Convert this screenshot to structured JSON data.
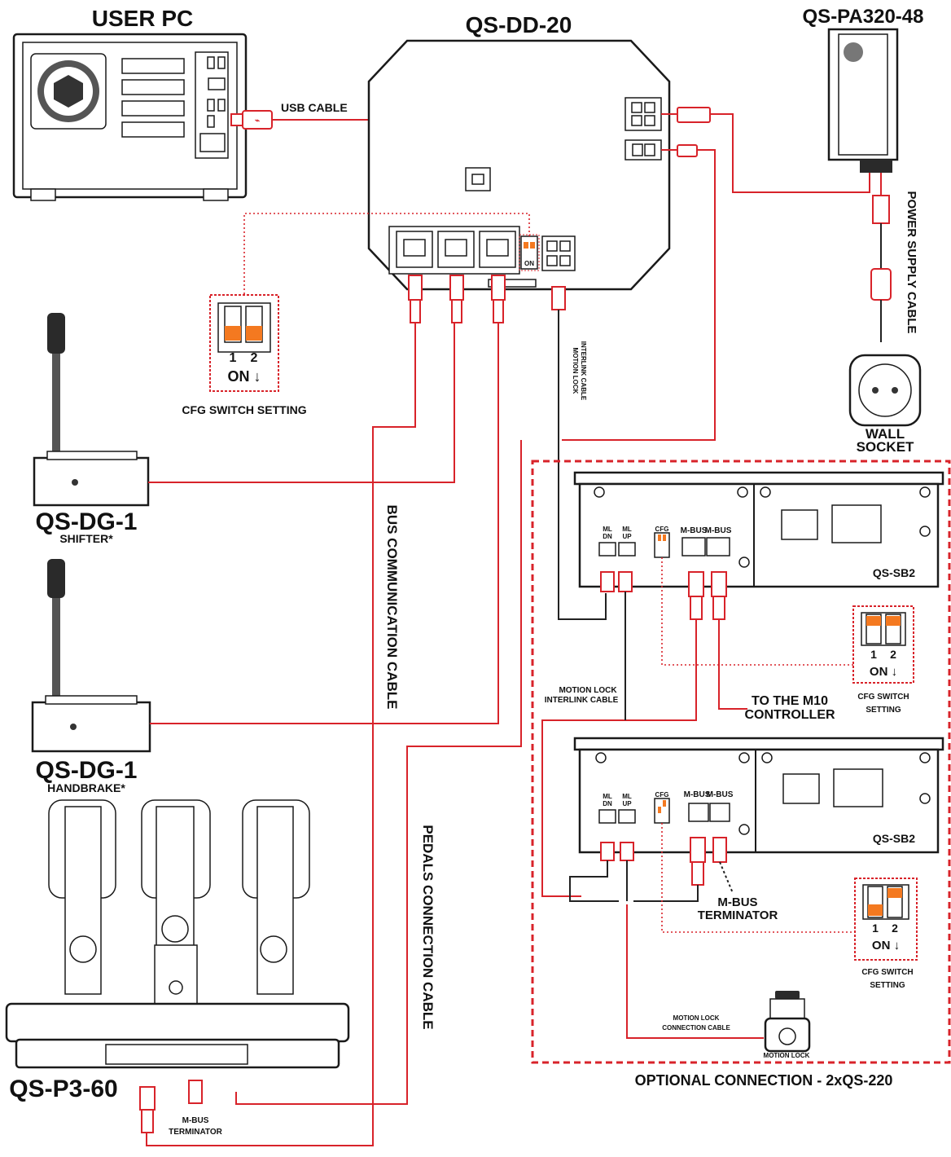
{
  "devices": {
    "user_pc": "USER PC",
    "qs_dd_20": "QS-DD-20",
    "qs_pa320": "QS-PA320-48",
    "shifter_name": "QS-DG-1",
    "shifter_sub": "SHIFTER*",
    "handbrake_name": "QS-DG-1",
    "handbrake_sub": "HANDBRAKE*",
    "pedals": "QS-P3-60",
    "wall_socket_1": "WALL",
    "wall_socket_2": "SOCKET",
    "sb2_top": "QS-SB2",
    "sb2_bottom": "QS-SB2",
    "motion_lock": "MOTION LOCK"
  },
  "cables": {
    "usb": "USB CABLE",
    "power_supply": "POWER  SUPPLY CABLE",
    "bus_comm": "BUS COMMUNICATION CABLE",
    "pedals_conn": "PEDALS CONNECTION CABLE",
    "motion_lock_interlink_1": "MOTION LOCK",
    "motion_lock_interlink_2": "INTERLINK CABLE",
    "motion_lock_interlink_b1": "MOTION LOCK",
    "motion_lock_interlink_b2": "INTERLINK CABLE",
    "motion_lock_conn_1": "MOTION LOCK",
    "motion_lock_conn_2": "CONNECTION CABLE"
  },
  "ports": {
    "ml_dn_1": "ML",
    "ml_dn_2": "DN",
    "ml_up_1": "ML",
    "ml_up_2": "UP",
    "cfg": "CFG",
    "mbus": "M-BUS",
    "on": "ON"
  },
  "labels": {
    "cfg_setting": "CFG SWITCH SETTING",
    "cfg_switch_1": "CFG SWITCH",
    "cfg_switch_2": "SETTING",
    "sw_1": "1",
    "sw_2": "2",
    "sw_on": "ON ↓",
    "to_m10_1": "TO THE M10",
    "to_m10_2": "CONTROLLER",
    "mbus_term_1": "M-BUS",
    "mbus_term_2": "TERMINATOR",
    "optional": "OPTIONAL CONNECTION - 2xQS-220"
  },
  "colors": {
    "cable_red": "#d8232a",
    "switch_orange": "#f47920",
    "outline": "#1a1a1a"
  }
}
